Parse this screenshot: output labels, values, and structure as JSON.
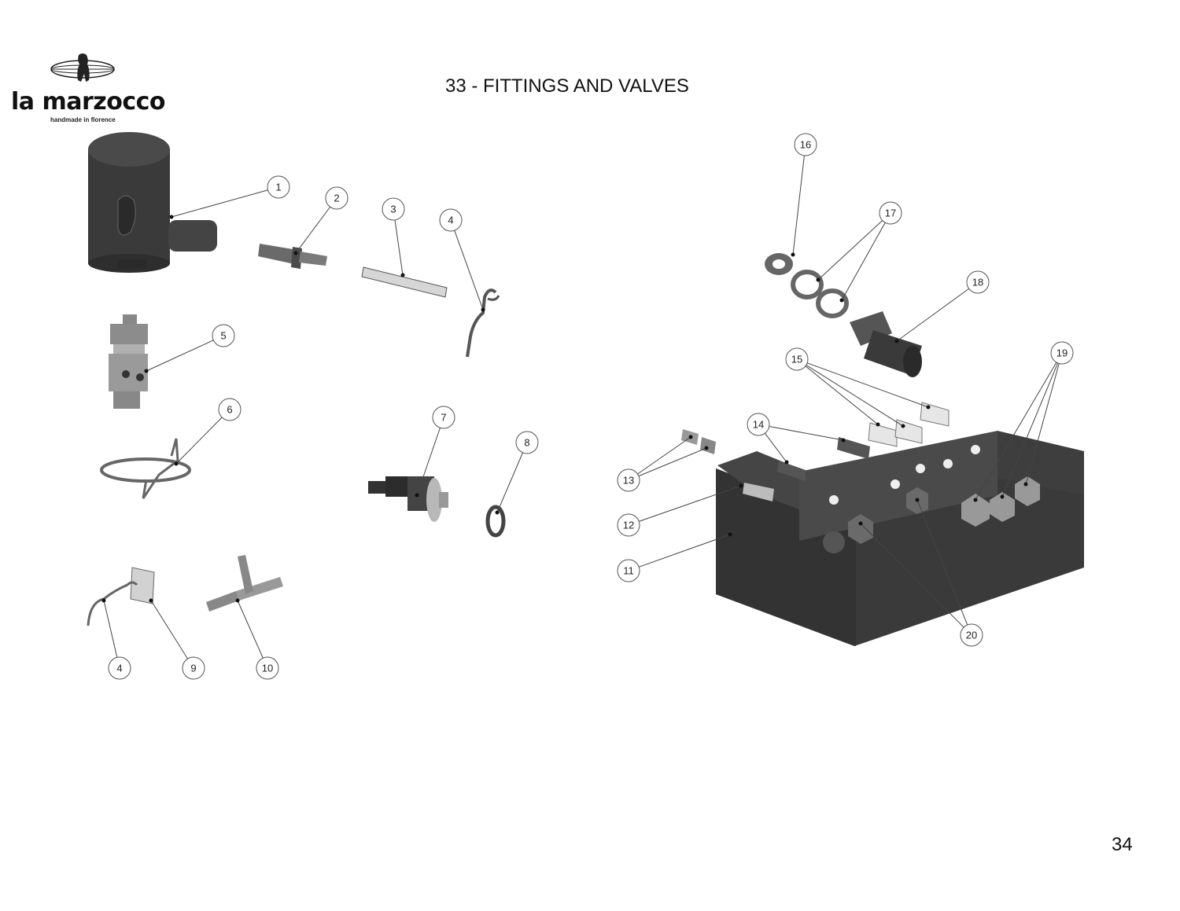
{
  "header": {
    "brand": "la marzocco",
    "tagline": "handmade in florence",
    "title": "33 - FITTINGS AND VALVES"
  },
  "footer": {
    "page_number": "34"
  },
  "callouts": [
    "1",
    "2",
    "3",
    "4",
    "5",
    "6",
    "7",
    "8",
    "4",
    "9",
    "10",
    "11",
    "12",
    "13",
    "14",
    "15",
    "16",
    "17",
    "18",
    "19",
    "20"
  ],
  "colors": {
    "part_dark": "#3a3a3a",
    "part_mid": "#8a8a8a",
    "part_light": "#d6d6d6",
    "leader": "#444444"
  }
}
